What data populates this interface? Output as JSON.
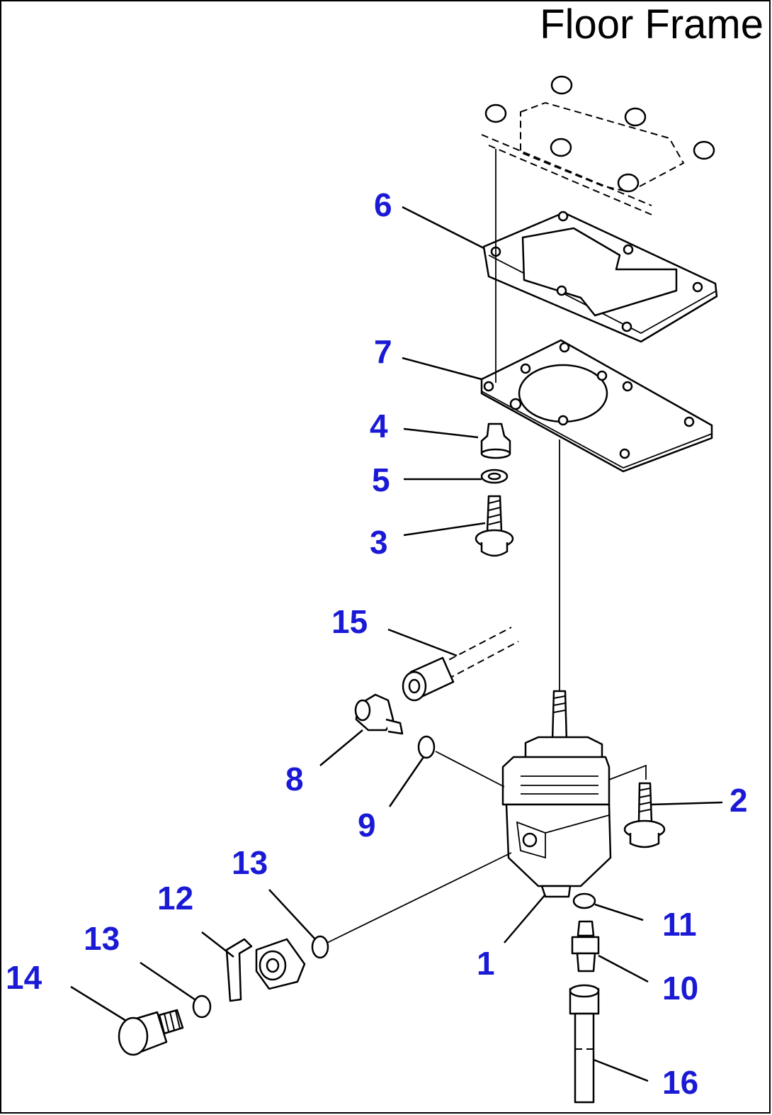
{
  "title": "Floor Frame",
  "callouts": [
    {
      "id": "6",
      "label": "6"
    },
    {
      "id": "7",
      "label": "7"
    },
    {
      "id": "4",
      "label": "4"
    },
    {
      "id": "5",
      "label": "5"
    },
    {
      "id": "3",
      "label": "3"
    },
    {
      "id": "15",
      "label": "15"
    },
    {
      "id": "8",
      "label": "8"
    },
    {
      "id": "9",
      "label": "9"
    },
    {
      "id": "2",
      "label": "2"
    },
    {
      "id": "13a",
      "label": "13"
    },
    {
      "id": "12",
      "label": "12"
    },
    {
      "id": "13b",
      "label": "13"
    },
    {
      "id": "14",
      "label": "14"
    },
    {
      "id": "1",
      "label": "1"
    },
    {
      "id": "11",
      "label": "11"
    },
    {
      "id": "10",
      "label": "10"
    },
    {
      "id": "16",
      "label": "16"
    }
  ],
  "colors": {
    "callout": "#1a1ad6",
    "line": "#000000",
    "background": "#ffffff"
  }
}
